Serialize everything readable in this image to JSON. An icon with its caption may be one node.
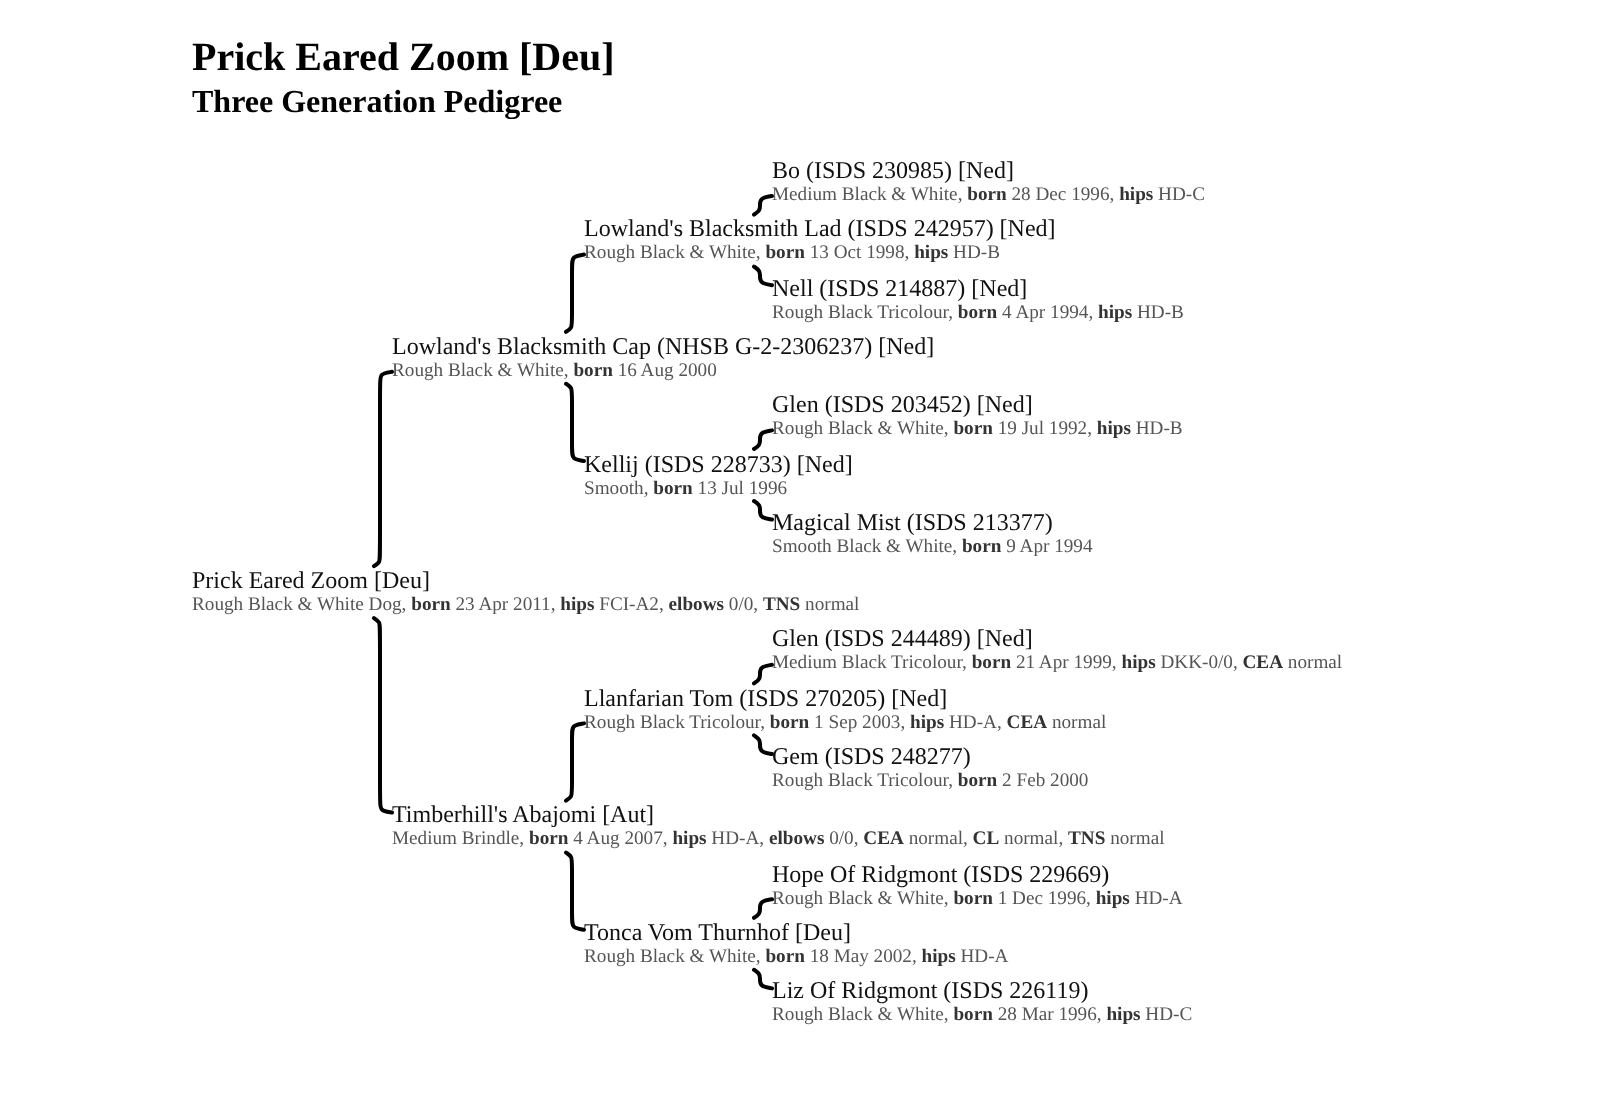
{
  "diagram": {
    "title": "Prick Eared Zoom [Deu]",
    "nodes": [
      {
        "text": [
          "Bo (ISDS 230985) [Ned]",
          "Medium Black & White, **born** 28 Dec 1996, **hips** HD-C"
        ]
      },
      {
        "text": [
          "Lowland's Blacksmith Lad (ISDS 242957) [Ned]",
          "Rough Black & White, **born** 13 Oct 1998, **hips** HD-B"
        ]
      },
      {
        "text": [
          "Nell (ISDS 214887) [Ned]",
          "Rough Black Tricolour, **born** 4 Apr 1994, **hips** HD-B"
        ]
      },
      {
        "text": [
          "Lowland's Blacksmith Cap (NHSB G-2-2306237) [Ned]",
          "Rough Black & White, **born** 16 Aug 2000"
        ]
      },
      {
        "text": [
          "Glen (ISDS 203452) [Ned]",
          "Rough Black & White, **born** 19 Jul 1992, **hips** HD-B"
        ]
      },
      {
        "text": [
          "Kellij (ISDS 228733) [Ned]",
          "Smooth, **born** 13 Jul 1996"
        ]
      },
      {
        "text": [
          "Magical Mist (ISDS 213377)",
          "Smooth Black & White, **born** 9 Apr 1994"
        ]
      },
      {
        "text": [
          "Prick Eared Zoom [Deu]",
          "Rough Black & White Dog, **born** 23 Apr 2011, **hips** FCI-A2, **elbows** 0/0, **TNS** normal"
        ]
      },
      {
        "text": [
          "Glen (ISDS 244489) [Ned]",
          "Medium Black Tricolour, **born** 21 Apr 1999, **hips** DKK-0/0, **CEA** normal"
        ]
      },
      {
        "text": [
          "Llanfarian Tom (ISDS 270205) [Ned]",
          "Rough Black Tricolour, **born** 1 Sep 2003, **hips** HD-A, **CEA** normal"
        ]
      },
      {
        "text": [
          "Gem (ISDS 248277)",
          "Rough Black Tricolour, **born** 2 Feb 2000"
        ]
      },
      {
        "text": [
          "Timberhill's Abajomi [Aut]",
          "Medium Brindle, **born** 4 Aug 2007, **hips** HD-A, **elbows** 0/0, **CEA** normal, **CL** normal, **TNS** normal"
        ]
      },
      {
        "text": [
          "Hope Of Ridgmont (ISDS 229669)",
          "Rough Black & White, **born** 1 Dec 1996, **hips** HD-A"
        ]
      },
      {
        "text": [
          "Tonca Vom Thurnhof [Deu]",
          "Rough Black & White, **born** 18 May 2002, **hips** HD-A"
        ]
      },
      {
        "text": [
          "Liz Of Ridgmont (ISDS 226119)",
          "Rough Black & White, **born** 28 Mar 1996, **hips** HD-C"
        ]
      }
    ],
    "edges": [
      {
        "from": 7,
        "to": 3,
        "arrow": "none"
      },
      {
        "from": 7,
        "to": 11,
        "arrow": "none"
      },
      {
        "from": 3,
        "to": 1,
        "arrow": "none"
      },
      {
        "from": 3,
        "to": 5,
        "arrow": "none"
      },
      {
        "from": 1,
        "to": 0,
        "arrow": "none"
      },
      {
        "from": 1,
        "to": 2,
        "arrow": "none"
      },
      {
        "from": 5,
        "to": 4,
        "arrow": "none"
      },
      {
        "from": 5,
        "to": 6,
        "arrow": "none"
      },
      {
        "from": 11,
        "to": 9,
        "arrow": "none"
      },
      {
        "from": 11,
        "to": 13,
        "arrow": "none"
      },
      {
        "from": 9,
        "to": 8,
        "arrow": "none"
      },
      {
        "from": 9,
        "to": 10,
        "arrow": "none"
      },
      {
        "from": 13,
        "to": 12,
        "arrow": "none"
      },
      {
        "from": 13,
        "to": 14,
        "arrow": "none"
      }
    ],
    "labels": [
      "Three Generation Pedigree"
    ]
  }
}
